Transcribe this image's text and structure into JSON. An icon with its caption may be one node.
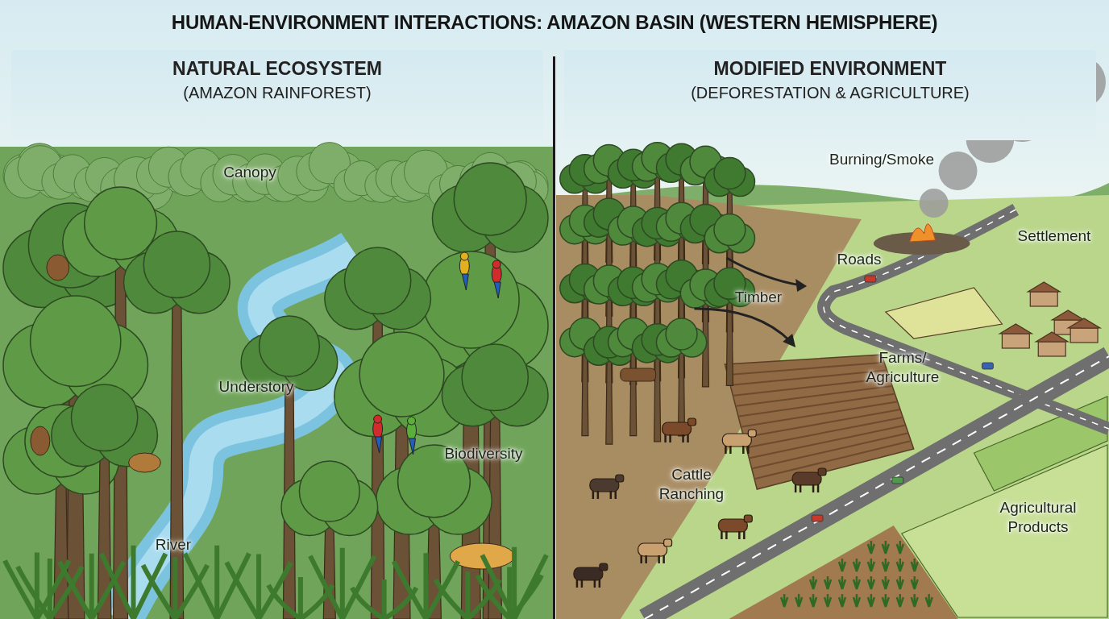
{
  "diagram": {
    "title": "HUMAN-ENVIRONMENT INTERACTIONS: AMAZON BASIN (WESTERN HEMISPHERE)",
    "nodes": [
      {
        "text": [
          "NATURAL ECOSYSTEM",
          "(AMAZON RAINFOREST)"
        ]
      },
      {
        "text": [
          "MODIFIED ENVIRONMENT",
          "(DEFORESTATION & AGRICULTURE)"
        ]
      }
    ],
    "edges": [],
    "labels": [
      "Canopy",
      "Burning/Smoke",
      "Settlement",
      "Roads",
      "Timber",
      "Understory",
      "Farms/ Agriculture",
      "Biodiversity",
      "Cattle Ranching",
      "Agricultural Products",
      "River"
    ]
  }
}
